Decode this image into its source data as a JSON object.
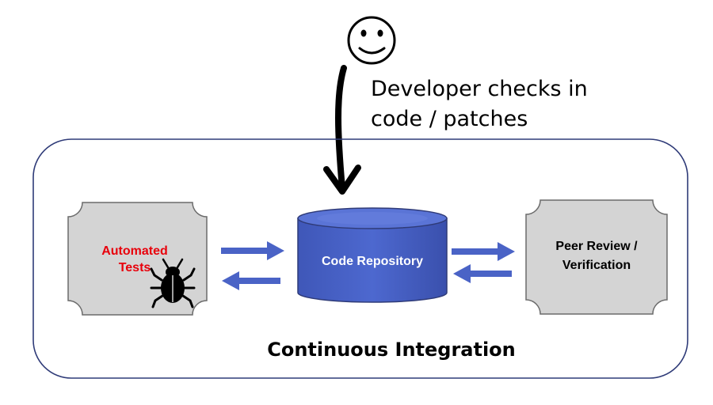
{
  "developer": {
    "icon": "smiley-face-icon",
    "caption_line1": "Developer checks in",
    "caption_line2": "code / patches"
  },
  "container": {
    "title": "Continuous Integration"
  },
  "nodes": {
    "tests": {
      "line1": "Automated",
      "line2": "Tests",
      "icon": "bug-icon"
    },
    "repo": {
      "label": "Code Repository",
      "shape": "cylinder"
    },
    "review": {
      "line1": "Peer Review /",
      "line2": "Verification"
    }
  },
  "colors": {
    "repo_fill": "#4a63c6",
    "arrow": "#4a63c6",
    "box_fill": "#d4d4d4",
    "border": "#2f3b78",
    "alert_text": "#e8000b"
  }
}
